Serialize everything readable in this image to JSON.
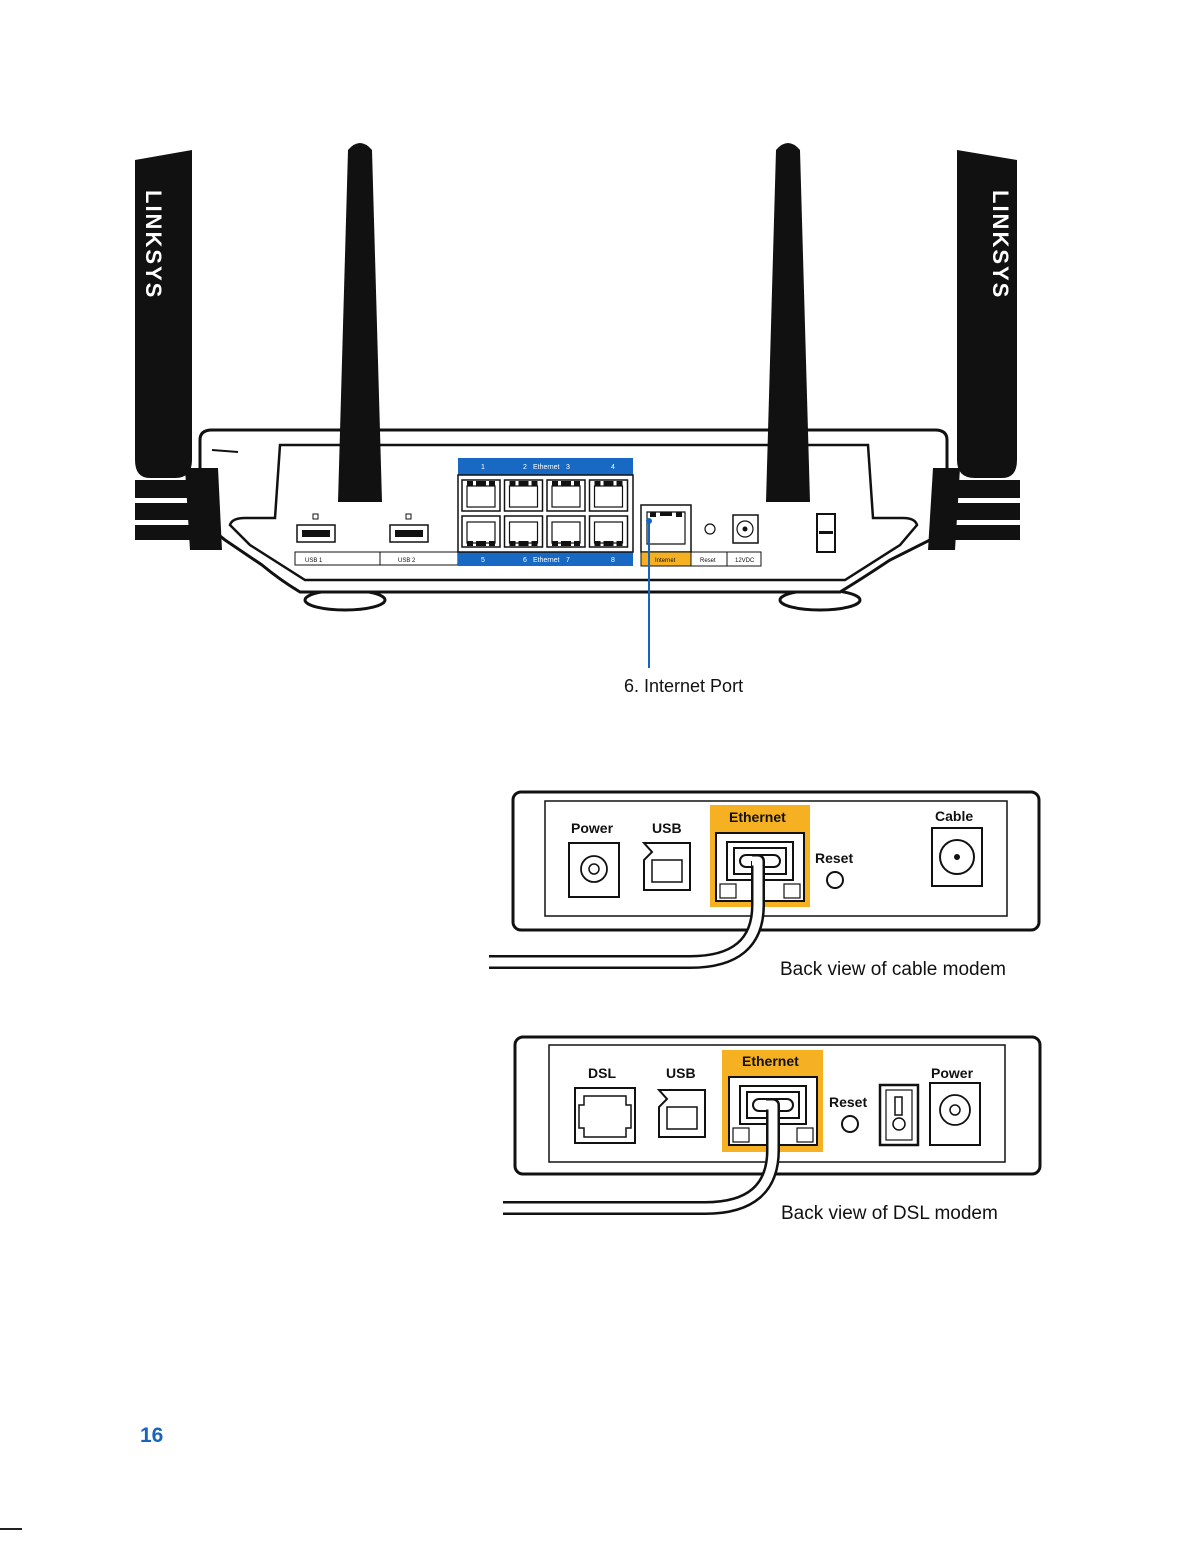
{
  "router": {
    "brand": "LINKSYS",
    "usb_labels": [
      "USB 1",
      "USB 2"
    ],
    "ethernet_top": {
      "ports": [
        "1",
        "2",
        "3",
        "4"
      ],
      "label": "Ethernet"
    },
    "ethernet_bottom": {
      "ports": [
        "5",
        "6",
        "7",
        "8"
      ],
      "label": "Ethernet"
    },
    "internet_label": "Internet",
    "reset_label": "Reset",
    "power_label": "12VDC",
    "callout": "6. Internet Port"
  },
  "cable_modem": {
    "labels": {
      "power": "Power",
      "usb": "USB",
      "ethernet": "Ethernet",
      "reset": "Reset",
      "cable": "Cable"
    },
    "caption": "Back view of cable modem"
  },
  "dsl_modem": {
    "labels": {
      "dsl": "DSL",
      "usb": "USB",
      "ethernet": "Ethernet",
      "reset": "Reset",
      "power": "Power"
    },
    "caption": "Back view of DSL modem"
  },
  "page_number": "16",
  "colors": {
    "ethernet_blue": "#1769c4",
    "highlight_yellow": "#f5b121",
    "callout_line": "#1565c0",
    "page_number": "#1565c0"
  }
}
